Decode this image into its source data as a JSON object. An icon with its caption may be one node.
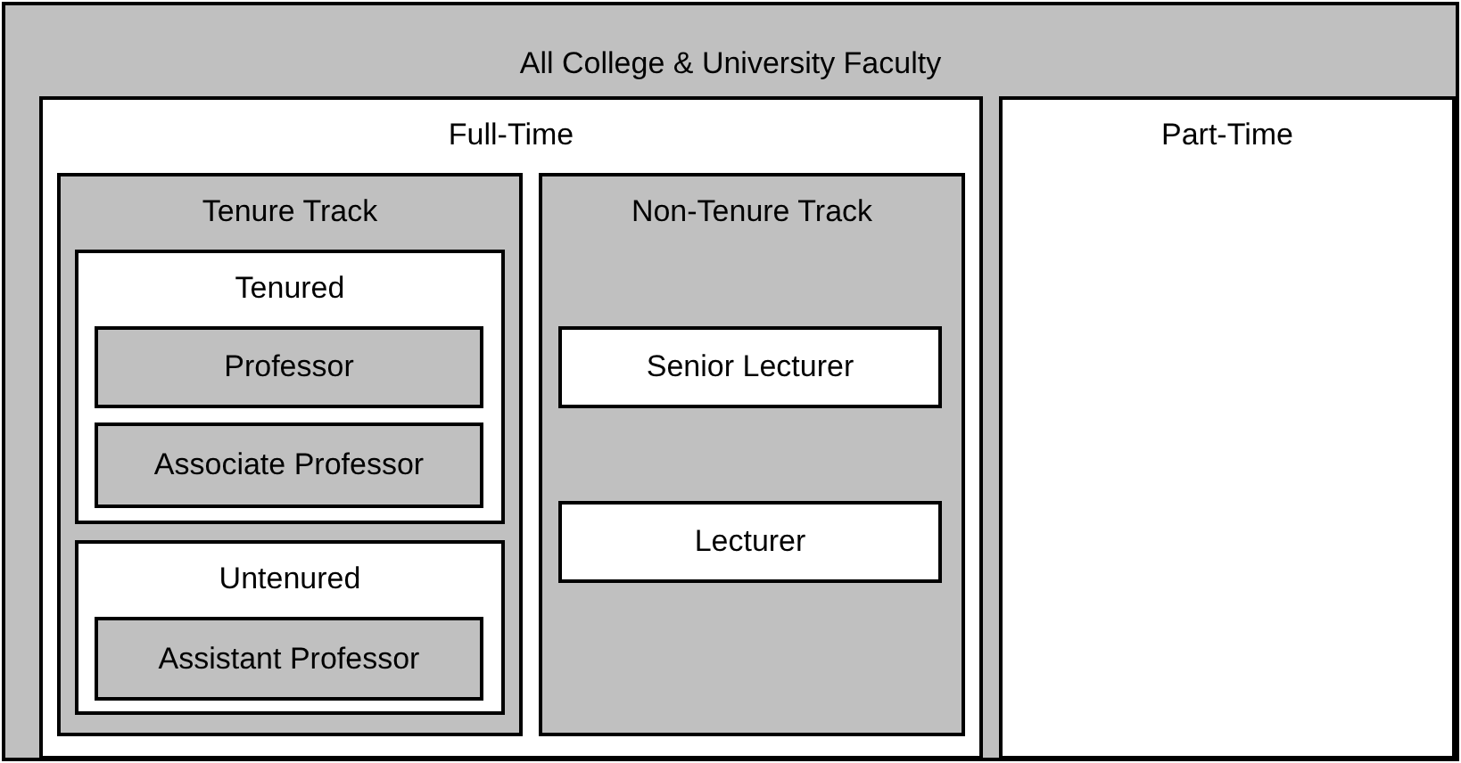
{
  "diagram": {
    "nodes": [
      {
        "text": [
          "All College & University Faculty"
        ]
      },
      {
        "text": [
          "Full-Time"
        ],
        "in": 0
      },
      {
        "text": [
          "Tenure Track"
        ],
        "in": 1
      },
      {
        "text": [
          "Tenured"
        ],
        "in": 2
      },
      {
        "text": [
          "Professor"
        ],
        "in": 3
      },
      {
        "text": [
          "Associate Professor"
        ],
        "in": 3
      },
      {
        "text": [
          "Untenured"
        ],
        "in": 2
      },
      {
        "text": [
          "Assistant Professor"
        ],
        "in": 6
      },
      {
        "text": [
          "Non-Tenure Track"
        ],
        "in": 1
      },
      {
        "text": [
          "Senior Lecturer"
        ],
        "in": 8
      },
      {
        "text": [
          "Lecturer"
        ],
        "in": 8
      },
      {
        "text": [
          "Part-Time"
        ],
        "in": 0
      }
    ]
  }
}
